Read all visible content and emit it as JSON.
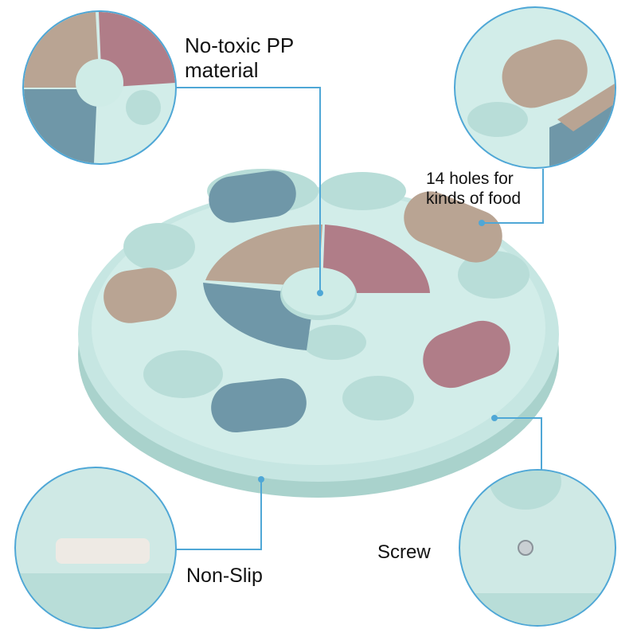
{
  "callouts": {
    "material_line1": "No-toxic PP",
    "material_line2": "material",
    "holes_line1": "14 holes for",
    "holes_line2": "kinds of food",
    "screw": "Screw",
    "nonslip": "Non-Slip"
  },
  "colors": {
    "mint": "#c6e6e2",
    "mint_dark": "#a9d2cc",
    "tan": "#b9a493",
    "pink": "#b07d88",
    "blue": "#6f97a8",
    "accent_line": "#4fa7d6"
  }
}
